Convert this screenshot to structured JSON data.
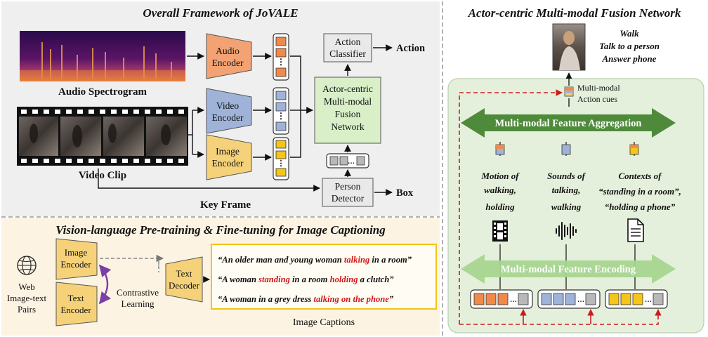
{
  "titles": {
    "overall": "Overall Framework of JoVALE",
    "fusion": "Actor-centric Multi-modal Fusion Network",
    "vlp": "Vision-language Pre-training & Fine-tuning for Image Captioning"
  },
  "framework": {
    "audio_spectrogram": "Audio Spectrogram",
    "video_clip": "Video Clip",
    "key_frame": "Key Frame",
    "audio_encoder": [
      "Audio",
      "Encoder"
    ],
    "video_encoder": [
      "Video",
      "Encoder"
    ],
    "image_encoder": [
      "Image",
      "Encoder"
    ],
    "action_classifier": [
      "Action",
      "Classifier"
    ],
    "fusion_network": [
      "Actor-centric",
      "Multi-modal",
      "Fusion",
      "Network"
    ],
    "person_detector": [
      "Person",
      "Detector"
    ],
    "action_output": "Action",
    "box_output": "Box"
  },
  "fusion": {
    "actions": [
      "Walk",
      "Talk to a person",
      "Answer phone"
    ],
    "cues_label": [
      "Multi-modal",
      "Action cues"
    ],
    "aggregation": "Multi-modal Feature Aggregation",
    "encoding": "Multi-modal Feature Encoding",
    "motion": [
      "Motion of",
      "walking,",
      "holding"
    ],
    "sounds": [
      "Sounds of",
      "talking,",
      "walking"
    ],
    "contexts": [
      "Contexts of",
      "“standing in a room”,",
      "“holding a phone”"
    ]
  },
  "vlp": {
    "web_pairs": [
      "Web",
      "Image-text",
      "Pairs"
    ],
    "image_encoder": [
      "Image",
      "Encoder"
    ],
    "text_encoder": [
      "Text",
      "Encoder"
    ],
    "contrastive": [
      "Contrastive",
      "Learning"
    ],
    "text_decoder": [
      "Text",
      "Decoder"
    ],
    "caption1": [
      {
        "text": "“An older man and young woman ",
        "hl": false
      },
      {
        "text": "talking",
        "hl": true
      },
      {
        "text": " in a room”",
        "hl": false
      }
    ],
    "caption2": [
      {
        "text": "“A woman ",
        "hl": false
      },
      {
        "text": "standing",
        "hl": true
      },
      {
        "text": " in a room ",
        "hl": false
      },
      {
        "text": "holding",
        "hl": true
      },
      {
        "text": " a clutch”",
        "hl": false
      }
    ],
    "caption3": [
      {
        "text": "“A woman in a grey dress ",
        "hl": false
      },
      {
        "text": "talking on the phone",
        "hl": true
      },
      {
        "text": "”",
        "hl": false
      }
    ],
    "image_captions": "Image Captions"
  },
  "colors": {
    "audio": "#f2a273",
    "video": "#9fb3d9",
    "image": "#f5d27a",
    "fusion_box": "#d8efc8",
    "fusion_panel": "#e5f0dc",
    "aggregation_arrow": "#4e8a3a",
    "encoding_arrow": "#a6d58f",
    "highlight_red": "#d01818",
    "dashed_red": "#c81e1e",
    "contrastive_purple": "#7b3fa8"
  }
}
